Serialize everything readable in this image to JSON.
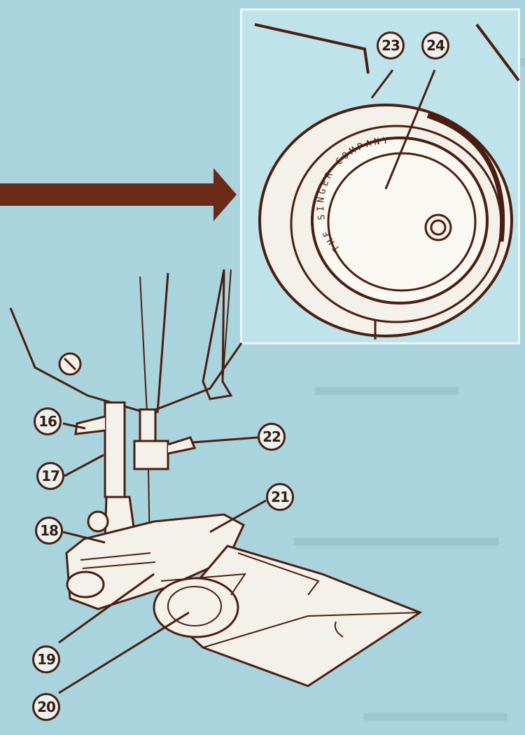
{
  "callouts": {
    "c16": "16",
    "c17": "17",
    "c18": "18",
    "c19": "19",
    "c20": "20",
    "c21": "21",
    "c22": "22",
    "c23": "23",
    "c24": "24"
  },
  "dial_text": "THE SINGER COMPANY",
  "colors": {
    "background": "#a9d4de",
    "line": "#4a1e10",
    "arrow": "#6b2a18",
    "part_fill": "#f4f1ea",
    "inset_fill": "#bfe3ea"
  }
}
